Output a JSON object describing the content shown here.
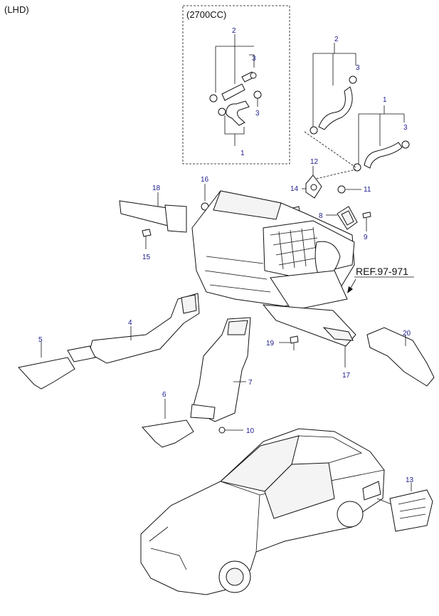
{
  "header": {
    "variant_label": "(LHD)"
  },
  "engine_box": {
    "label": "(2700CC)"
  },
  "reference": {
    "label": "REF.97-971"
  },
  "callouts": {
    "c1_box": "1",
    "c2_box": "2",
    "c3_box_a": "3",
    "c3_box_b": "3",
    "c2_right": "2",
    "c3_right_a": "3",
    "c1_right": "1",
    "c3_right_b": "3",
    "c12": "12",
    "c14": "14",
    "c11": "11",
    "c8": "8",
    "c9": "9",
    "c16": "16",
    "c18": "18",
    "c15": "15",
    "c4": "4",
    "c5": "5",
    "c19": "19",
    "c17": "17",
    "c20": "20",
    "c7": "7",
    "c6": "6",
    "c10": "10",
    "c13": "13"
  },
  "colors": {
    "callout": "#1a1a8c",
    "line": "#111111"
  }
}
